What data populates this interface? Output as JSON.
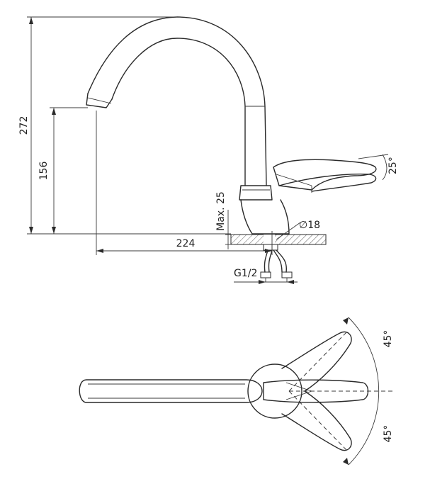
{
  "dimensions": {
    "total_height": "272",
    "spout_height": "156",
    "reach": "224",
    "max_thickness": "Max. 25",
    "hole_diameter": "∅18",
    "thread": "G1/2",
    "lever_angle": "25°",
    "rotation_left": "45°",
    "rotation_right": "45°"
  }
}
